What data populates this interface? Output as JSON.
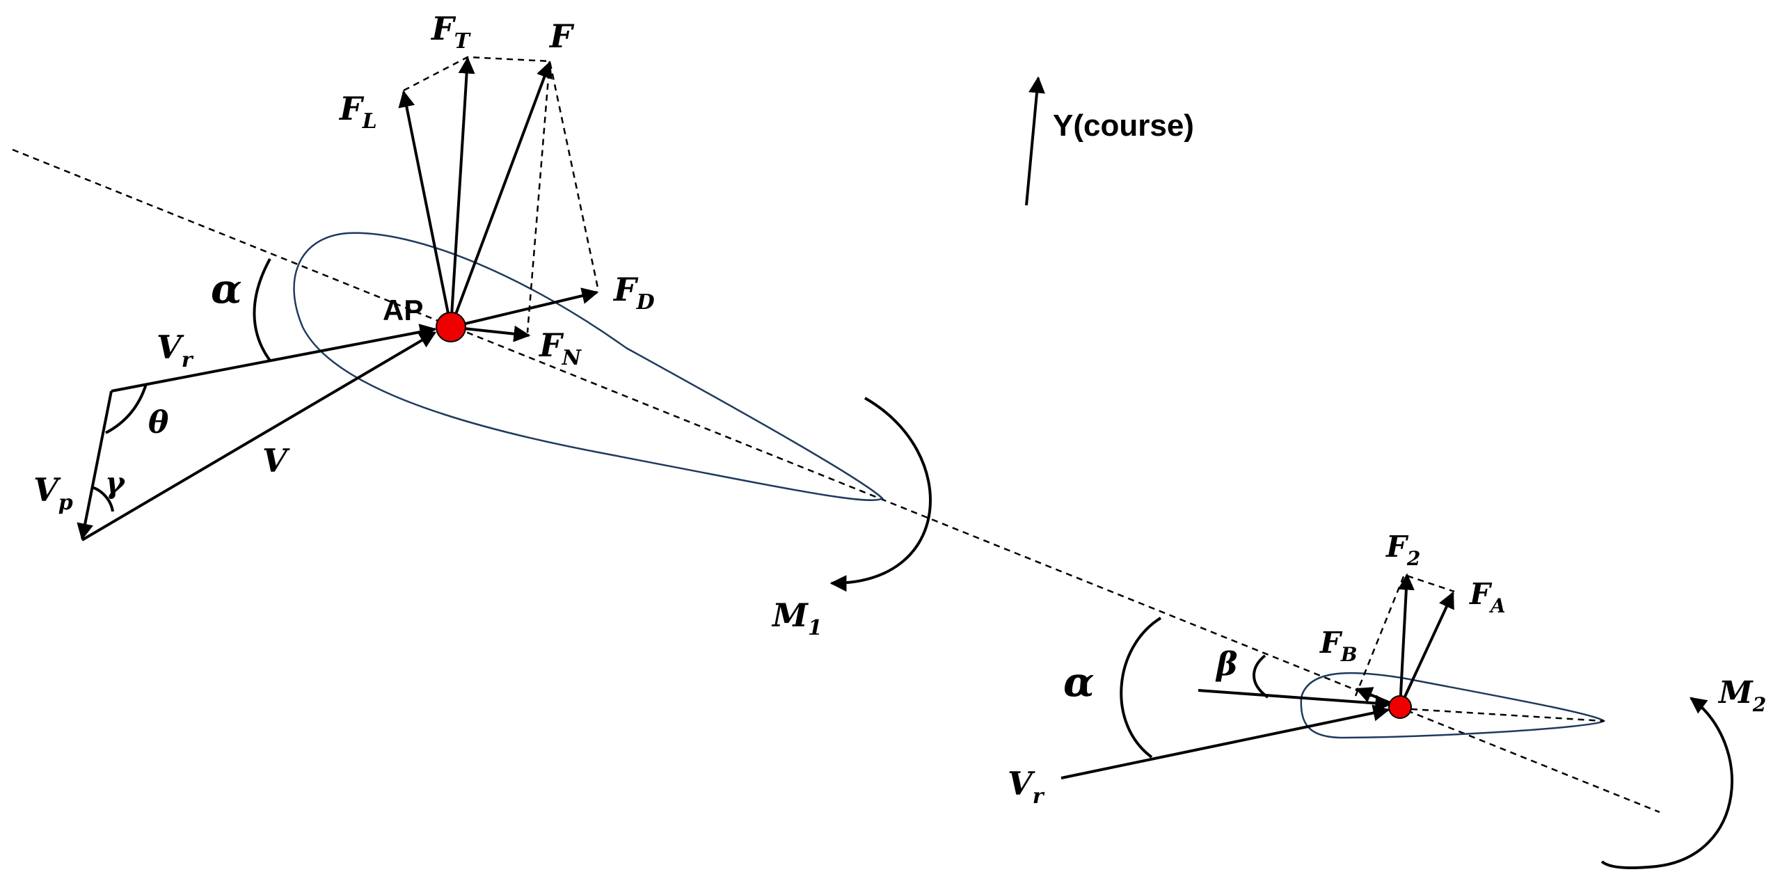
{
  "labels": {
    "FT": {
      "main": "F",
      "sub": "T"
    },
    "F": {
      "main": "F"
    },
    "FL": {
      "main": "F",
      "sub": "L"
    },
    "FD": {
      "main": "F",
      "sub": "D"
    },
    "FN": {
      "main": "F",
      "sub": "N"
    },
    "alpha1": {
      "main": "α"
    },
    "AP": {
      "main": "AP"
    },
    "Vr1": {
      "main": "V",
      "sub": "r"
    },
    "theta": {
      "main": "θ"
    },
    "V": {
      "main": "V"
    },
    "Vp": {
      "main": "V",
      "sub": "p"
    },
    "gamma": {
      "main": "γ"
    },
    "M1": {
      "main": "M",
      "sub": "1"
    },
    "Y": {
      "main": "Y(course)"
    },
    "F2": {
      "main": "F",
      "sub": "2"
    },
    "FA": {
      "main": "F",
      "sub": "A"
    },
    "FB": {
      "main": "F",
      "sub": "B"
    },
    "beta": {
      "main": "β"
    },
    "alpha2": {
      "main": "α"
    },
    "Vr2": {
      "main": "V",
      "sub": "r"
    },
    "M2": {
      "main": "M",
      "sub": "2"
    }
  },
  "colors": {
    "point": "#ee0000",
    "foil_outline": "#1f3a5f",
    "line": "#000000"
  }
}
